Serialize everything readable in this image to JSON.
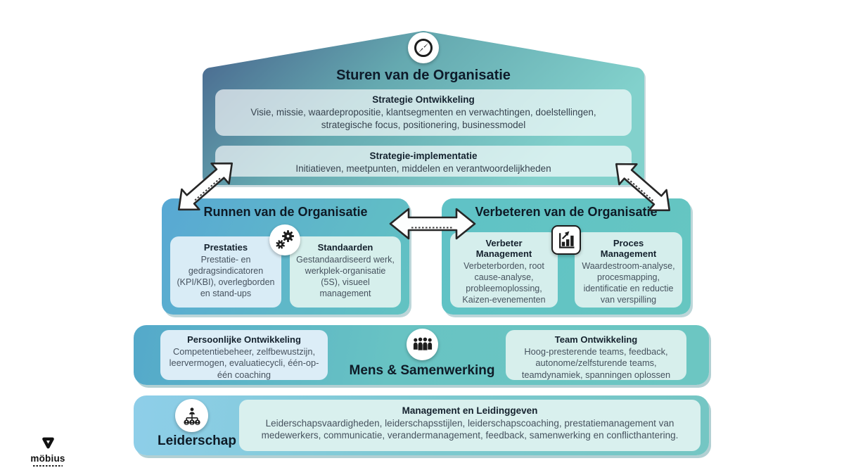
{
  "colors": {
    "roof_gradient_from": "#49688f",
    "roof_gradient_mid": "#65a9b0",
    "roof_gradient_to": "#82d1cc",
    "runnen_gradient_from": "#58a8d4",
    "runnen_gradient_to": "#62c3c2",
    "verbeteren_fill": "#63c4c2",
    "mens_gradient_from": "#54a9ca",
    "mens_gradient_to": "#6cc6c2",
    "leiderschap_gradient_from": "#8ecee9",
    "leiderschap_gradient_to": "#74c6c3",
    "card_light_blue": "#d9ecf6",
    "card_light_mint": "#d6efec",
    "title_text": "#0e1b27",
    "body_text": "#46525e"
  },
  "sturen": {
    "icon": "compass-icon",
    "title": "Sturen van de Organisatie",
    "cards": [
      {
        "title": "Strategie Ontwikkeling",
        "body": "Visie, missie, waardepropositie, klantsegmenten en verwachtingen, doelstellingen, strategische focus, positionering, businessmodel"
      },
      {
        "title": "Strategie-implementatie",
        "body": "Initiatieven, meetpunten, middelen en verantwoordelijkheden"
      }
    ]
  },
  "runnen": {
    "icon": "gears-icon",
    "title": "Runnen van de Organisatie",
    "cards": [
      {
        "title": "Prestaties",
        "body": "Prestatie- en gedragsindicatoren (KPI/KBI), overlegborden en stand-ups"
      },
      {
        "title": "Standaarden",
        "body": "Gestandaardiseerd werk, werkplek-organisatie (5S), visueel management"
      }
    ]
  },
  "verbeteren": {
    "icon": "bar-chart-icon",
    "title": "Verbeteren van de Organisatie",
    "cards": [
      {
        "title": "Verbeter Management",
        "body": "Verbeterborden, root cause-analyse, probleemoplossing, Kaizen-evenementen"
      },
      {
        "title": "Proces Management",
        "body": "Waardestroom-analyse, procesmapping, identificatie en reductie van verspilling"
      }
    ]
  },
  "mens": {
    "icon": "people-icon",
    "title": "Mens & Samenwerking",
    "cards": [
      {
        "title": "Persoonlijke Ontwikkeling",
        "body": "Competentiebeheer, zelfbewustzijn, leervermogen, evaluatiecycli, één-op-één coaching"
      },
      {
        "title": "Team Ontwikkeling",
        "body": "Hoog-presterende teams, feedback, autonome/zelfsturende teams, teamdynamiek, spanningen oplossen"
      }
    ]
  },
  "leiderschap": {
    "icon": "org-chart-icon",
    "title": "Leiderschap",
    "card": {
      "title": "Management en Leidinggeven",
      "body": "Leiderschapsvaardigheden, leiderschapsstijlen, leiderschapscoaching, prestatiemanagement van medewerkers, communicatie, verandermanagement, feedback, samenwerking en conflicthantering."
    }
  },
  "logo": {
    "wordmark": "möbius"
  }
}
